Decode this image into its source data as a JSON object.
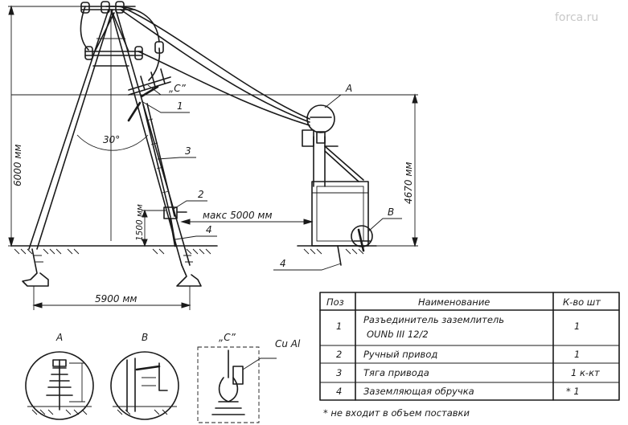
{
  "watermark": "forca.ru",
  "callouts": {
    "A": "A",
    "B": "B",
    "C": "„С”",
    "n1": "1",
    "n2": "2",
    "n3": "3",
    "n4a": "4",
    "n4b": "4"
  },
  "dimensions": {
    "height_total": "6000 мм",
    "height_box": "4670 мм",
    "height_drive": "1500 мм",
    "span": "макс 5000 мм",
    "base": "5900 мм",
    "angle": "30°"
  },
  "details": {
    "A": "A",
    "B": "B",
    "C": "„С”",
    "material": "Cu Al"
  },
  "table": {
    "headers": [
      "Поз",
      "Наименование",
      "К-во шт"
    ],
    "rows": [
      {
        "pos": "1",
        "name": "Разъединитель заземлитель",
        "name2": "OUNb III 12/2",
        "qty": "1"
      },
      {
        "pos": "2",
        "name": "Ручный привод",
        "name2": "",
        "qty": "1"
      },
      {
        "pos": "3",
        "name": "Тяга привода",
        "name2": "",
        "qty": "1 к-кт"
      },
      {
        "pos": "4",
        "name": "Заземляющая обручка",
        "name2": "",
        "qty": "* 1"
      }
    ]
  },
  "footnote": "* не входит в объем поставки"
}
